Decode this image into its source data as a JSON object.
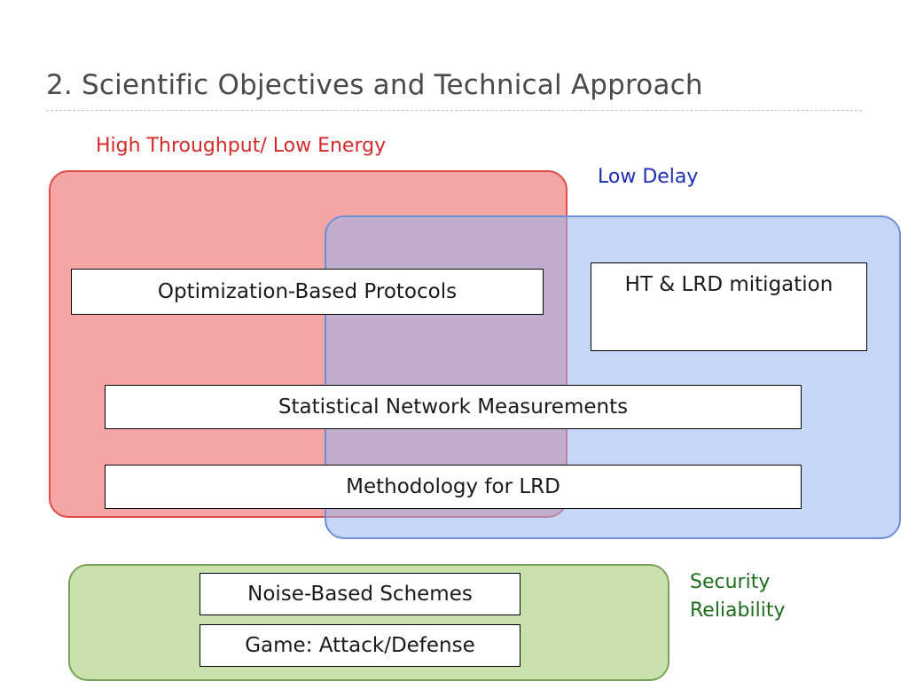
{
  "slide": {
    "title": "2. Scientific Objectives and Technical Approach"
  },
  "regions": [
    {
      "id": "high-throughput-low-energy",
      "label": "High Throughput/ Low Energy",
      "color": "#d42a2a",
      "fill": "#f06e6e",
      "border": "#e04a4a"
    },
    {
      "id": "low-delay",
      "label": "Low Delay",
      "color": "#1f2fb4",
      "fill": "#96b4f0",
      "border": "#6e8fd8"
    },
    {
      "id": "security-reliability",
      "label_line1": "Security",
      "label_line2": "Reliability",
      "color": "#1f6b1f",
      "fill": "#b4d78c",
      "border": "#79a05a"
    }
  ],
  "boxes": {
    "optimization": "Optimization-Based Protocols",
    "mitigation": "HT & LRD mitigation",
    "statistical": "Statistical Network Measurements",
    "methodology": "Methodology for LRD",
    "noise": "Noise-Based Schemes",
    "game": "Game: Attack/Defense"
  }
}
